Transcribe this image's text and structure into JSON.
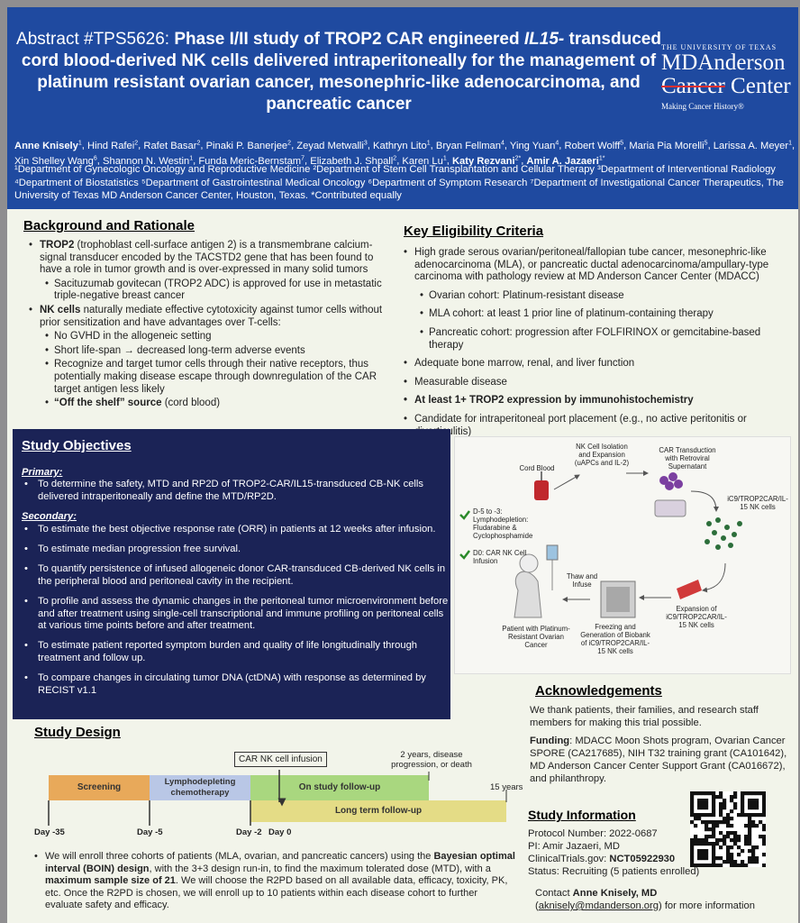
{
  "header": {
    "abstract_no": "Abstract #TPS5626:",
    "title_bold_1": " Phase I/II study of TROP2 CAR engineered ",
    "title_italic": "IL15-",
    "title_bold_2": " transduced cord blood-derived NK cells delivered intraperitoneally for the management of platinum resistant ovarian cancer, mesonephric-like adenocarcinoma, and pancreatic cancer",
    "logo_line1": "THE UNIVERSITY OF TEXAS",
    "logo_line2": "MDAnderson",
    "logo_line3a": "Cancer",
    "logo_line3b": " Center",
    "logo_tagline": "Making Cancer History®",
    "authors": [
      {
        "name": "Anne Knisely",
        "sup": "1",
        "bold": true
      },
      {
        "name": "Hind Rafei",
        "sup": "2"
      },
      {
        "name": "Rafet Basar",
        "sup": "2"
      },
      {
        "name": "Pinaki P. Banerjee",
        "sup": "2"
      },
      {
        "name": "Zeyad Metwalli",
        "sup": "3"
      },
      {
        "name": "Kathryn Lito",
        "sup": "1"
      },
      {
        "name": "Bryan Fellman",
        "sup": "4"
      },
      {
        "name": "Ying Yuan",
        "sup": "4"
      },
      {
        "name": "Robert Wolff",
        "sup": "5"
      },
      {
        "name": "Maria Pia Morelli",
        "sup": "5"
      },
      {
        "name": "Larissa A. Meyer",
        "sup": "1"
      },
      {
        "name": "Xin Shelley Wang",
        "sup": "6"
      },
      {
        "name": "Shannon N. Westin",
        "sup": "1"
      },
      {
        "name": "Funda Meric-Bernstam",
        "sup": "7"
      },
      {
        "name": "Elizabeth J. Shpall",
        "sup": "2"
      },
      {
        "name": "Karen Lu",
        "sup": "1"
      },
      {
        "name": "Katy Rezvani",
        "sup": "2*",
        "bold": true
      },
      {
        "name": "Amir A. Jazaeri",
        "sup": "1*",
        "bold": true
      }
    ],
    "affiliations": "¹Department of Gynecologic Oncology and Reproductive Medicine ²Department of Stem Cell Transplantation and Cellular Therapy ³Department of Interventional Radiology ⁴Department of Biostatistics ⁵Department of Gastrointestinal Medical Oncology ⁶Department of Symptom Research ⁷Department of Investigational Cancer Therapeutics, The University of Texas MD Anderson Cancer Center, Houston, Texas. *Contributed equally"
  },
  "background": {
    "title": "Background and Rationale",
    "trop2_bold": "TROP2",
    "trop2_text": " (trophoblast cell-surface antigen 2) is a transmembrane calcium-signal transducer encoded by the TACSTD2 gene that has been found to have a role in tumor growth and is over-expressed in many solid tumors",
    "trop2_sub": "Sacituzumab govitecan (TROP2 ADC) is approved for use in metastatic triple-negative breast cancer",
    "nk_bold": "NK cells",
    "nk_text": " naturally mediate effective cytotoxicity against tumor cells without prior sensitization and have advantages over T-cells:",
    "nk_sub1": "No GVHD in the allogeneic setting",
    "nk_sub2": "Short life-span → decreased long-term adverse events",
    "nk_sub3": "Recognize and target tumor cells through their native receptors, thus potentially making disease escape through downregulation of the CAR target antigen less likely",
    "nk_sub4_bold": "“Off the shelf” source",
    "nk_sub4_text": " (cord blood)"
  },
  "eligibility": {
    "title": "Key Eligibility Criteria",
    "item1": "High grade serous ovarian/peritoneal/fallopian tube cancer, mesonephric-like adenocarcinoma (MLA), or pancreatic ductal adenocarcinoma/ampullary-type carcinoma with pathology review at MD Anderson Cancer Center (MDACC)",
    "sub1": "Ovarian cohort: Platinum-resistant disease",
    "sub2": "MLA cohort: at least 1 prior line of platinum-containing therapy",
    "sub3": "Pancreatic cohort: progression after FOLFIRINOX or gemcitabine-based therapy",
    "item2": "Adequate bone marrow, renal, and liver function",
    "item3": "Measurable disease",
    "item4": "At least 1+ TROP2 expression by immunohistochemistry",
    "item5": "Candidate for intraperitoneal port placement (e.g., no active peritonitis or diverticulitis)"
  },
  "objectives": {
    "title": "Study Objectives",
    "primary_label": "Primary:",
    "primary": "To determine the safety, MTD and RP2D of TROP2-CAR/IL15-transduced CB-NK cells delivered intraperitoneally and define the MTD/RP2D.",
    "secondary_label": "Secondary:",
    "secondary": [
      "To estimate the best objective response rate (ORR) in patients at 12 weeks after infusion.",
      "To estimate median progression free survival.",
      "To quantify persistence of infused allogeneic donor CAR-transduced CB-derived NK cells in the peripheral blood and peritoneal cavity in the recipient.",
      "To profile and assess the dynamic changes in the peritoneal tumor microenvironment before and after treatment using single-cell transcriptional and immune profiling on peritoneal cells at various time points before and after treatment.",
      "To estimate patient reported symptom burden and quality of life longitudinally through treatment and follow up.",
      "To compare changes in circulating tumor DNA (ctDNA) with response as determined by RECIST v1.1"
    ]
  },
  "diagram": {
    "nk_iso": "NK Cell Isolation and Expansion (uAPCs and IL-2)",
    "cord_blood": "Cord Blood",
    "car_trans": "CAR Transduction with Retroviral Supernatant",
    "ic9_cells": "iC9/TROP2CAR/IL-15 NK cells",
    "lympho": "D-5 to -3: Lymphodepletion: Fludarabine & Cyclophosphamide",
    "d0": "D0: CAR NK Cell Infusion",
    "thaw": "Thaw and Infuse",
    "expansion": "Expansion of iC9/TROP2CAR/IL-15 NK cells",
    "patient": "Patient with Platinum-Resistant Ovarian Cancer",
    "freezing": "Freezing and Generation of Biobank of iC9/TROP2CAR/IL-15 NK cells"
  },
  "ack": {
    "title": "Acknowledgements",
    "text": "We thank patients, their families, and research staff members for making this trial possible.",
    "funding_label": "Funding",
    "funding": ": MDACC Moon Shots program, Ovarian Cancer SPORE (CA217685), NIH T32 training grant (CA101642), MD Anderson Cancer Center Support Grant (CA016672), and philanthropy."
  },
  "design": {
    "title": "Study Design",
    "infusion_label": "CAR NK cell infusion",
    "end_label": "2 years, disease progression, or death",
    "years15": "15 years",
    "bars": {
      "screening": "Screening",
      "lympho": "Lymphodepleting chemotherapy",
      "followup": "On study follow-up",
      "longterm": "Long term follow-up"
    },
    "days": [
      "Day -35",
      "Day -5",
      "Day -2",
      "Day 0"
    ],
    "text_1": "We will enroll three cohorts of patients (MLA, ovarian, and pancreatic cancers) using the ",
    "text_bold1": "Bayesian optimal interval (BOIN) design",
    "text_2": ", with the 3+3 design run-in, to find the maximum tolerated dose (MTD), with a ",
    "text_bold2": "maximum sample size of 21",
    "text_3": ". We will choose the R2PD based on all available data, efficacy, toxicity, PK, etc. Once the R2PD is chosen, we will enroll up to 10 patients within each disease cohort to further evaluate safety and efficacy."
  },
  "study_info": {
    "title": "Study Information",
    "protocol": "Protocol Number: 2022-0687",
    "pi": "PI: Amir Jazaeri, MD",
    "ct_label": "ClinicalTrials.gov: ",
    "ct_value": "NCT05922930",
    "status": "Status: Recruiting (5 patients enrolled)"
  },
  "contact": {
    "pre": "Contact ",
    "name": "Anne Knisely, MD",
    "email": "aknisely@mdanderson.org",
    "post": " for more information"
  },
  "colors": {
    "header_bg": "#1f4aa0",
    "objectives_bg": "#1b2356",
    "screening": "#e8a95a",
    "lympho": "#b9c7e6",
    "followup": "#a9d77f",
    "longterm": "#e4dc86"
  }
}
